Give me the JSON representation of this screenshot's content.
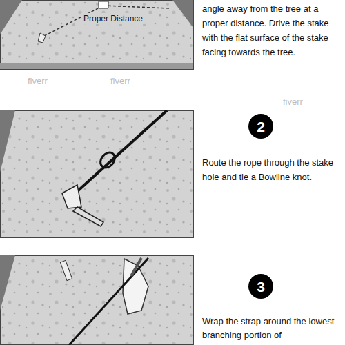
{
  "diagram": {
    "nodes": [
      {
        "text": [
          "2"
        ]
      },
      {
        "text": [
          "3"
        ]
      }
    ],
    "labels": [
      "Proper Distance",
      "angle away from the tree at a proper distance. Drive the stake with the flat surface of the stake facing towards the tree.",
      "fiverr",
      "fiverr",
      "fiverr",
      "Route the rope through the stake hole and tie a Bowline knot.",
      "Wrap the strap around the lowest branching portion of"
    ]
  }
}
